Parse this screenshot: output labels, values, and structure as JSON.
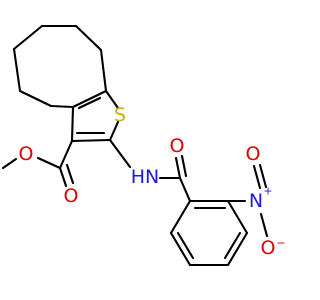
{
  "colors": {
    "carbon": "#000000",
    "oxygen": "#e00000",
    "nitrogen": "#1a1ae6",
    "sulfur": "#c9b200",
    "background": "#ffffff"
  },
  "atoms": {
    "sulfur": "S",
    "amide_nitrogen": "HN",
    "amide_oxygen": "O",
    "ester_carbonyl_oxygen": "O",
    "ester_ether_oxygen": "O",
    "nitro_nitrogen": "N",
    "nitro_nitrogen_charge": "+",
    "nitro_oxygen_top": "O",
    "nitro_oxygen_bottom": "O",
    "nitro_oxygen_bottom_charge": "−"
  }
}
